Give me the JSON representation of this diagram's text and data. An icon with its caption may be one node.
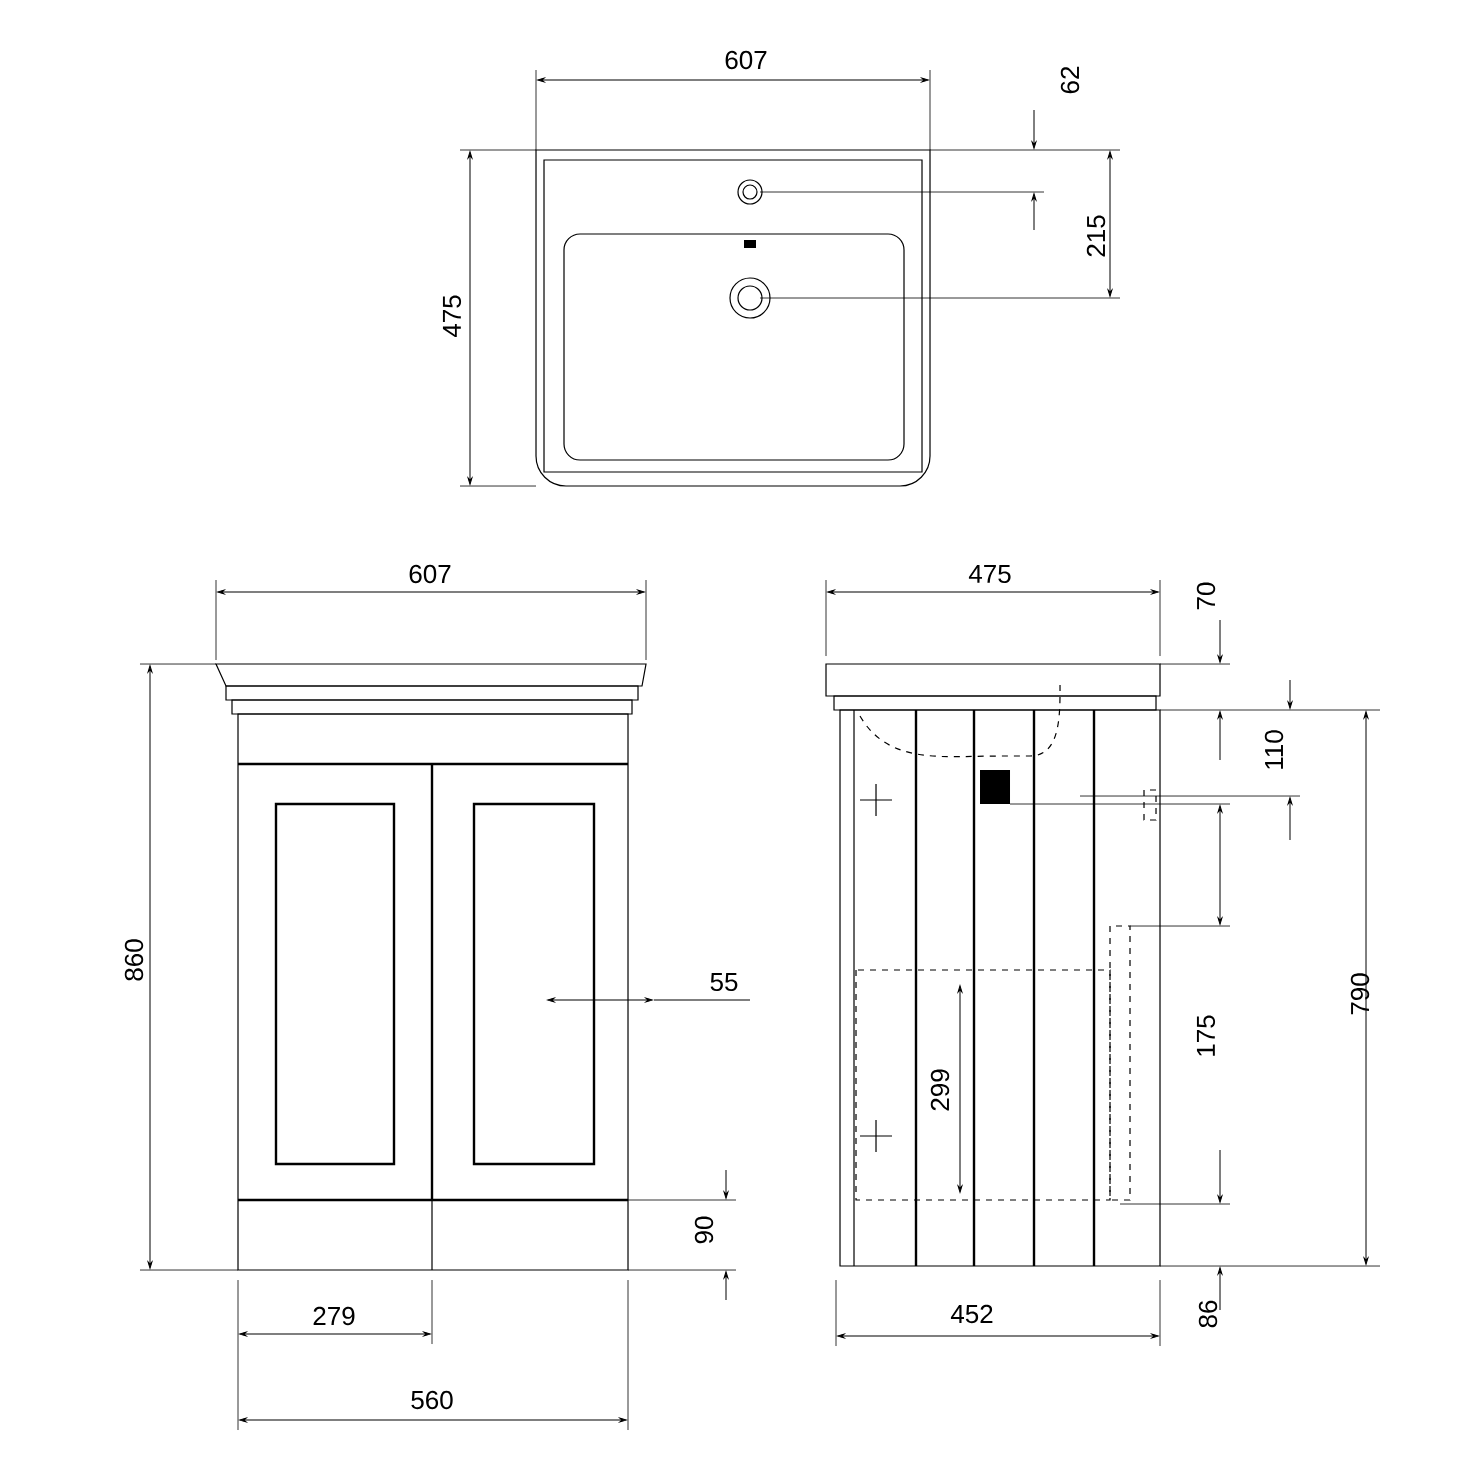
{
  "diagram": {
    "labels": [
      "607",
      "62",
      "475",
      "215",
      "607",
      "475",
      "70",
      "110",
      "860",
      "55",
      "790",
      "299",
      "175",
      "90",
      "279",
      "86",
      "452",
      "560"
    ]
  }
}
